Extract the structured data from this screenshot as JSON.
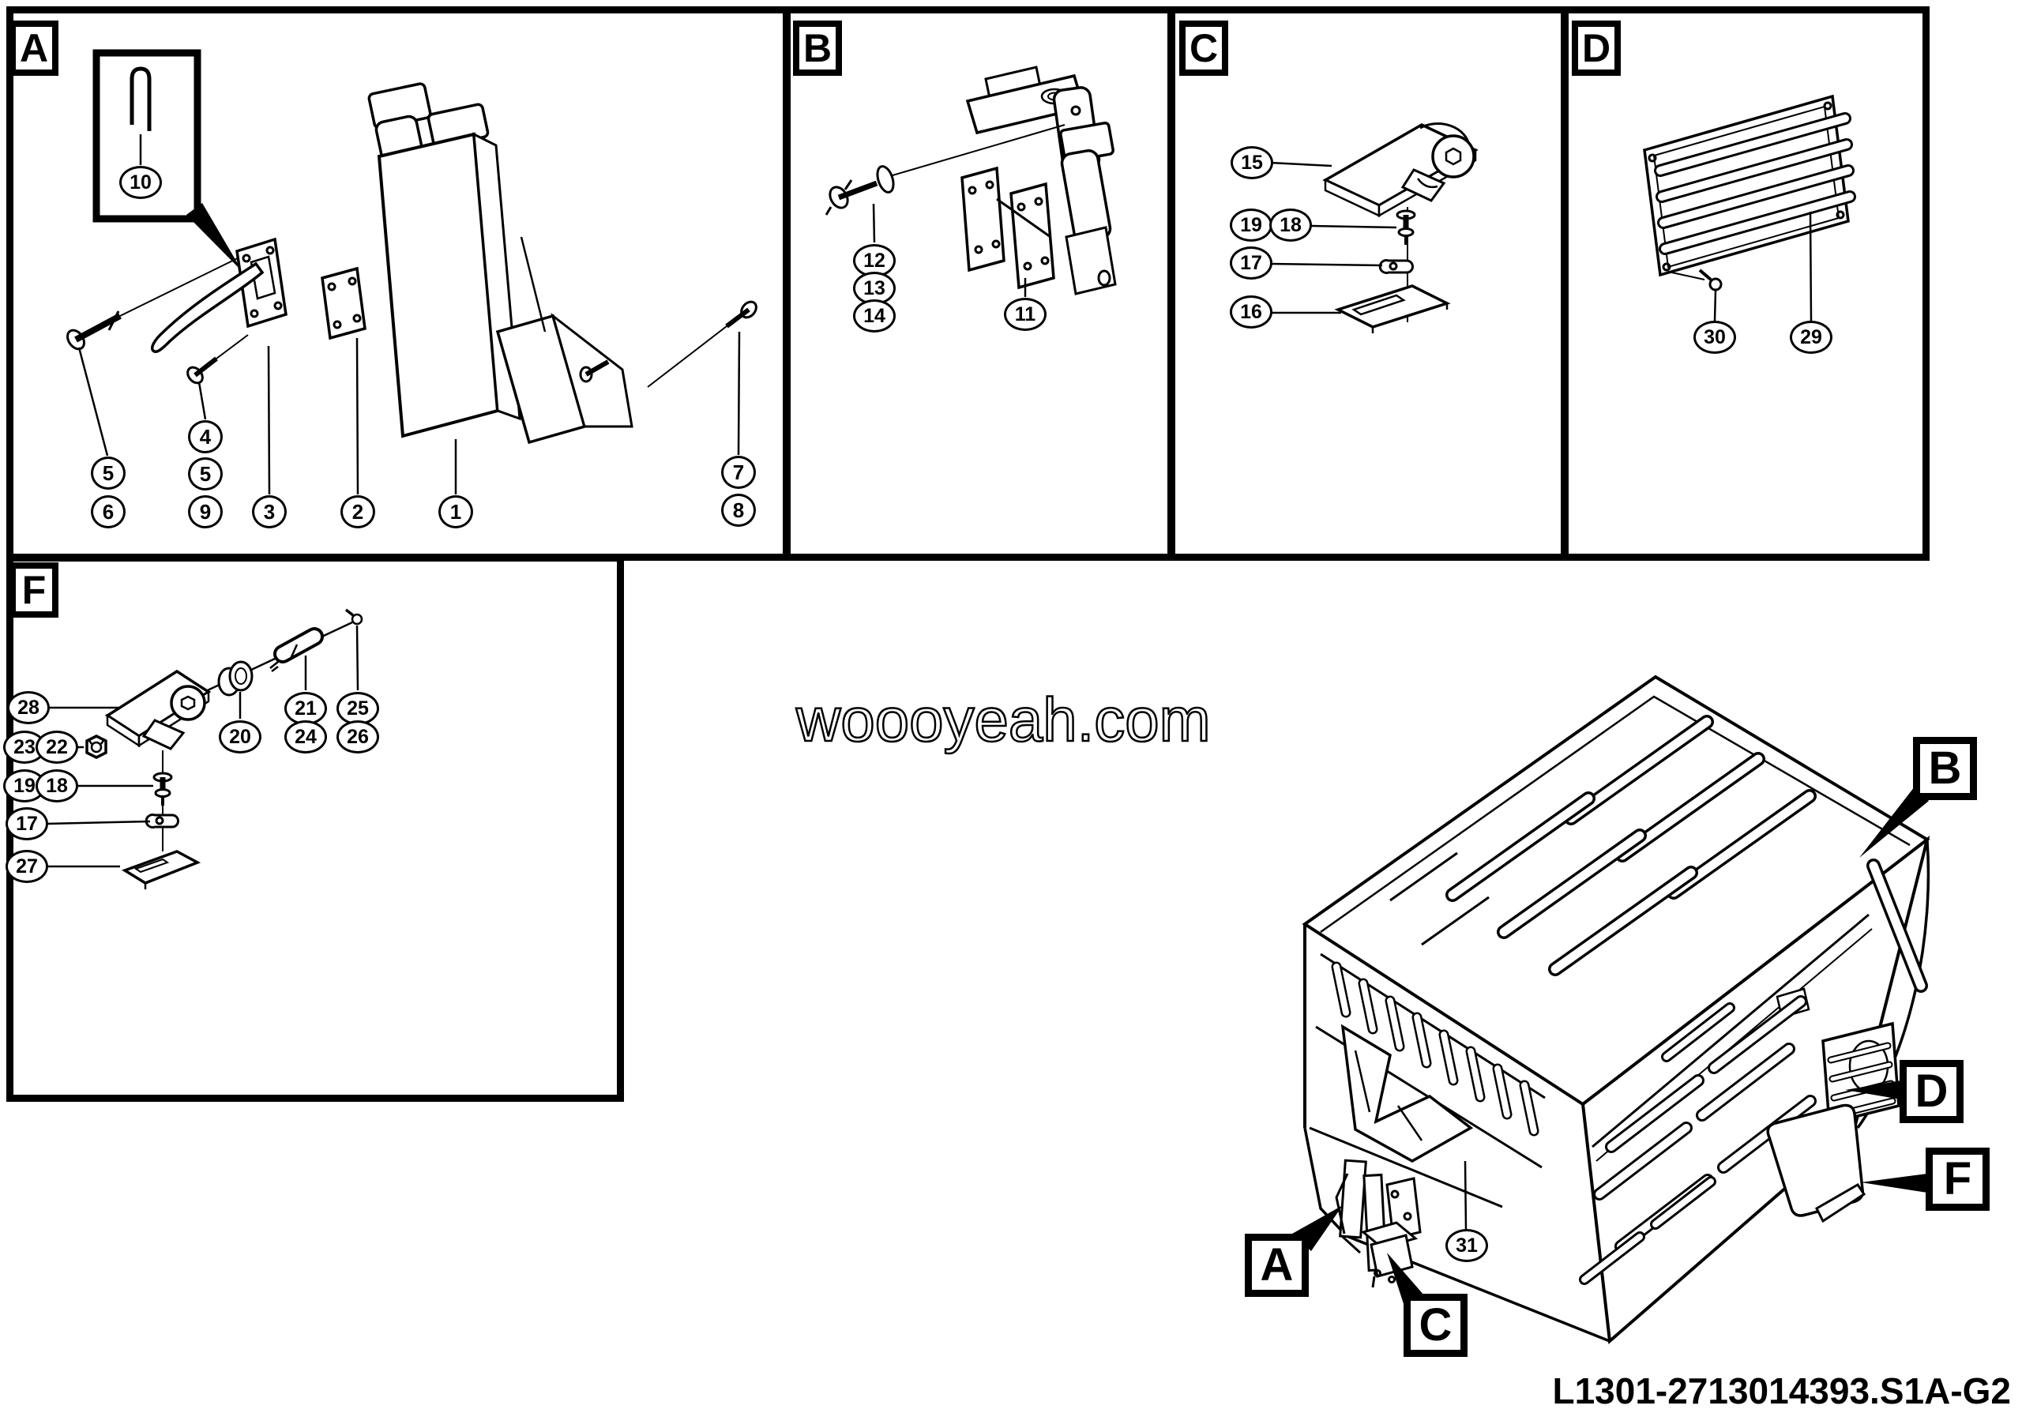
{
  "watermark": {
    "text": "woooyeah.com"
  },
  "footer": {
    "part_code": "L1301-2713014393.S1A-G2"
  },
  "panels": {
    "a": {
      "label": "A",
      "callouts": {
        "c10": "10",
        "c5a": "5",
        "c6": "6",
        "c4": "4",
        "c5b": "5",
        "c9": "9",
        "c3": "3",
        "c2": "2",
        "c1": "1",
        "c7": "7",
        "c8": "8"
      }
    },
    "b": {
      "label": "B",
      "callouts": {
        "c12": "12",
        "c13": "13",
        "c14": "14",
        "c11": "11"
      }
    },
    "c": {
      "label": "C",
      "callouts": {
        "c15": "15",
        "c19": "19",
        "c18": "18",
        "c17": "17",
        "c16": "16"
      }
    },
    "d": {
      "label": "D",
      "callouts": {
        "c30": "30",
        "c29": "29"
      }
    },
    "f": {
      "label": "F",
      "callouts": {
        "c28": "28",
        "c23": "23",
        "c22": "22",
        "c19": "19",
        "c18": "18",
        "c17": "17",
        "c27": "27",
        "c20": "20",
        "c21": "21",
        "c24": "24",
        "c25": "25",
        "c26": "26"
      }
    }
  },
  "truck": {
    "labels": {
      "a": "A",
      "b": "B",
      "c": "C",
      "d": "D",
      "f": "F"
    },
    "callouts": {
      "c31": "31"
    }
  },
  "colors": {
    "ink": "#000000",
    "paper": "#ffffff"
  }
}
